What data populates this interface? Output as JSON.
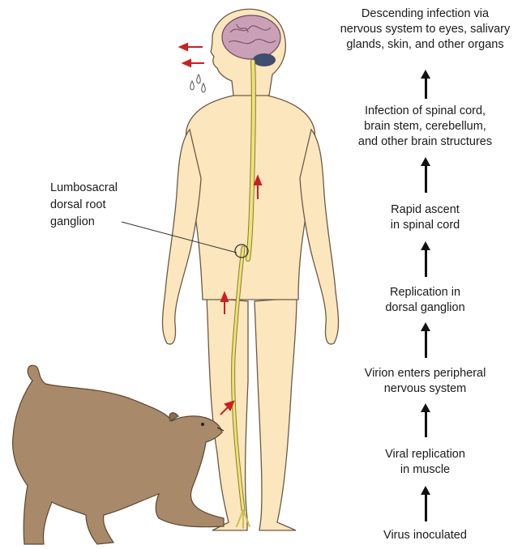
{
  "callout": {
    "label": "Lumbosacral\ndorsal root\nganglion"
  },
  "steps": [
    "Descending infection via\nnervous system to eyes, salivary\nglands, skin, and other organs",
    "Infection of spinal cord,\nbrain stem, cerebellum,\nand other brain structures",
    "Rapid ascent\nin spinal cord",
    "Replication in\ndorsal ganglion",
    "Virion enters peripheral\nnervous system",
    "Viral replication\nin muscle",
    "Virus inoculated"
  ],
  "colors": {
    "body_fill": "#fbe6bd",
    "body_outline": "#5a4a3a",
    "nerve": "#e8e07a",
    "brain": "#c9a0b5",
    "cerebellum": "#3d4e6e",
    "red_arrow": "#cc1f1f",
    "dog": "#a88a6a"
  }
}
